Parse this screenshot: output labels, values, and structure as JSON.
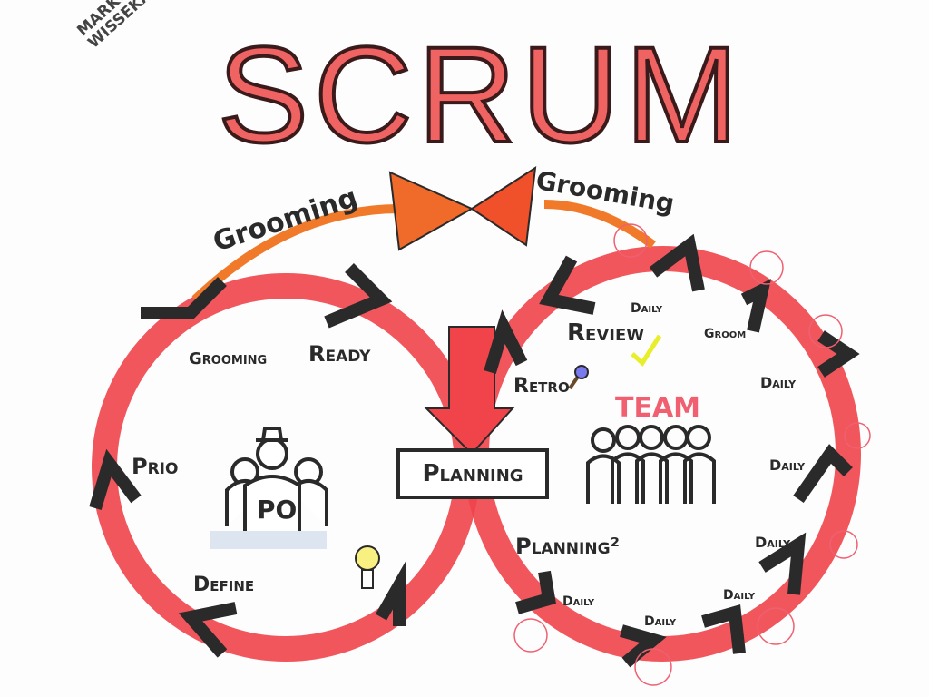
{
  "title": "SCRUM",
  "author": [
    "MARKUS",
    "WISSEKAL"
  ],
  "left_loop": {
    "grooming_arrow": "Grooming",
    "grooming": "Grooming",
    "ready": "Ready",
    "prio": "Prio",
    "po": "PO",
    "define": "Define"
  },
  "center": {
    "planning": "Planning"
  },
  "right_loop": {
    "grooming_arrow": "Grooming",
    "review": "Review",
    "retro": "Retro",
    "team": "TEAM",
    "groom": "Groom",
    "planning2": "Planning²",
    "daily": [
      "Daily",
      "Daily",
      "Daily",
      "Daily",
      "Daily",
      "Daily",
      "Daily"
    ]
  },
  "colors": {
    "loop": "#f0444a",
    "arrow": "#f07a2a",
    "ink": "#2a2a2a",
    "check": "#e8ee2a"
  }
}
